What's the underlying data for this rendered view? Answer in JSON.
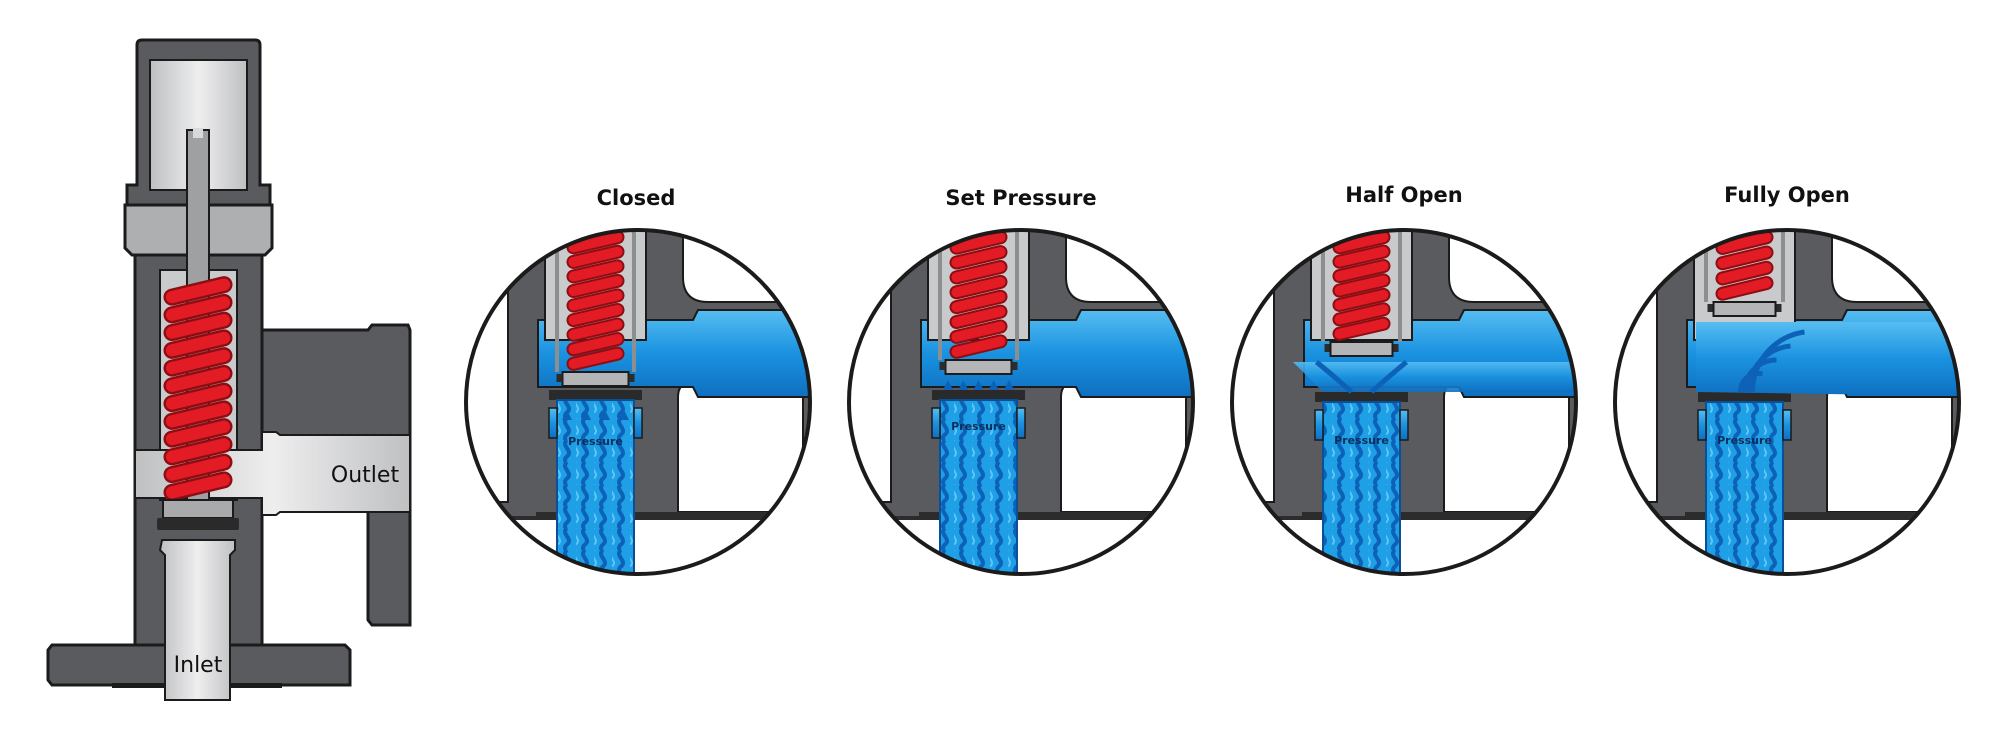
{
  "labels": {
    "outlet": "Outlet",
    "inlet": "Inlet",
    "pressure": "Pressure"
  },
  "stages": [
    {
      "title": "Closed"
    },
    {
      "title": "Set Pressure"
    },
    {
      "title": "Half Open"
    },
    {
      "title": "Fully Open"
    }
  ],
  "colors": {
    "body": "#5a5b5e",
    "body_outline": "#222222",
    "light_gray": "#c9cacc",
    "passage_gray": "#d6d7d9",
    "spring": "#e21b24",
    "spring_dark": "#8c0d12",
    "water": "#1ea0e6",
    "water_dark": "#0f6fc0",
    "water_light": "#6cc8f5"
  }
}
